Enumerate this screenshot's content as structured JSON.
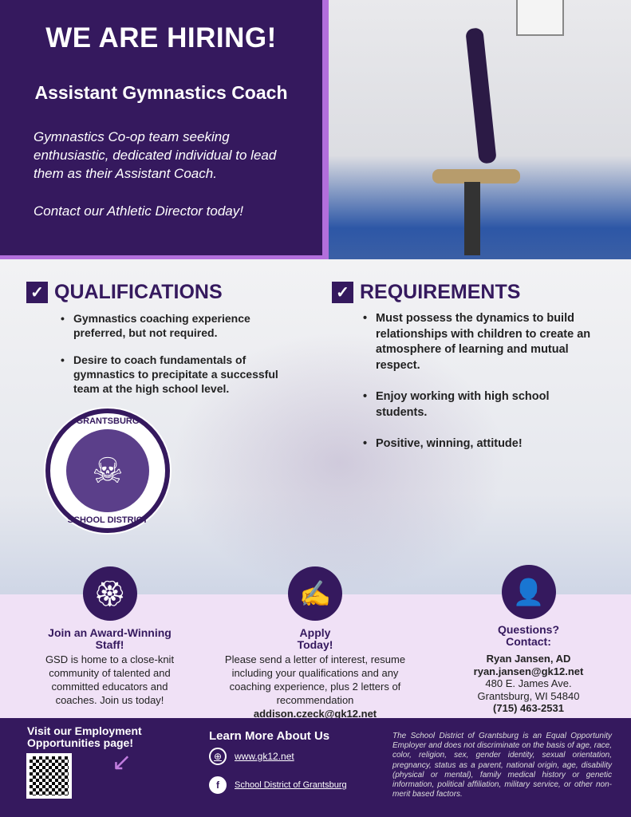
{
  "hero": {
    "title": "WE ARE HIRING!",
    "position": "Assistant Gymnastics Coach",
    "intro": "Gymnastics Co-op team seeking enthusiastic, dedicated individual to lead them as their Assistant Coach.",
    "cta": "Contact our Athletic Director today!"
  },
  "qualifications": {
    "title": "QUALIFICATIONS",
    "items": [
      "Gymnastics coaching experience preferred, but not required.",
      "Desire to coach fundamentals of gymnastics to precipitate a successful team at the high school level."
    ]
  },
  "requirements": {
    "title": "REQUIREMENTS",
    "items": [
      "Must possess the dynamics to build relationships with children to create an atmosphere of learning and mutual respect.",
      "Enjoy working with high school students.",
      "Positive, winning, attitude!"
    ]
  },
  "logo": {
    "top": "GRANTSBURG",
    "bottom": "SCHOOL DISTRICT"
  },
  "columns": {
    "staff": {
      "icon": "award-ribbon-icon",
      "title": "Join an Award-Winning Staff!",
      "text": "GSD is home to a close-knit community of talented and committed educators and coaches.  Join us today!"
    },
    "apply": {
      "icon": "document-pen-icon",
      "title": "Apply Today!",
      "text": "Please send a letter of interest, resume including your qualifications and any coaching experience, plus 2 letters of recommendation",
      "email": "addison.czeck@gk12.net"
    },
    "contact": {
      "icon": "person-icon",
      "title": "Questions? Contact:",
      "name": "Ryan Jansen, AD",
      "email": "ryan.jansen@gk12.net",
      "address1": "480 E.  James Ave.",
      "address2": "Grantsburg, WI 54840",
      "phone": "(715) 463-2531"
    }
  },
  "footer": {
    "visit": "Visit our Employment Opportunities page!",
    "learn": "Learn More About Us",
    "website": "www.gk12.net",
    "facebook": "School District of Grantsburg",
    "eeo": "The School District of Grantsburg is an Equal Opportunity Employer and does not discriminate on the basis of age, race, color, religion, sex, gender identity, sexual orientation, pregnancy, status as a parent, national origin, age, disability (physical or mental), family medical history or genetic information, political affiliation, military service, or other non-merit based factors."
  },
  "colors": {
    "primary": "#35195e",
    "accent": "#b26fdc",
    "band": "#f0e1f6"
  }
}
